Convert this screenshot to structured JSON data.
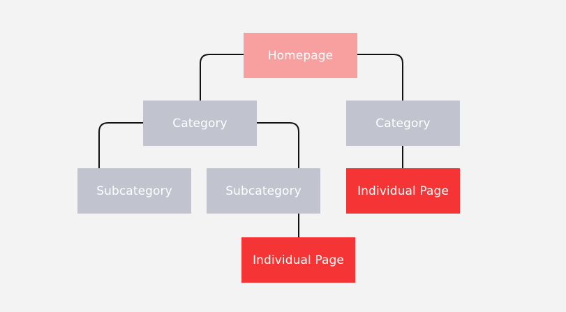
{
  "colors": {
    "background": "#f3f3f3",
    "homepage": "#f7a09f",
    "category": "#c1c3cf",
    "individual_page": "#f53535",
    "connector": "#111111",
    "text": "#ffffff"
  },
  "nodes": {
    "homepage": {
      "label": "Homepage",
      "kind": "homepage"
    },
    "category_left": {
      "label": "Category",
      "kind": "category"
    },
    "category_right": {
      "label": "Category",
      "kind": "category"
    },
    "subcategory_left": {
      "label": "Subcategory",
      "kind": "category"
    },
    "subcategory_right": {
      "label": "Subcategory",
      "kind": "category"
    },
    "page_right": {
      "label": "Individual Page",
      "kind": "individual_page"
    },
    "page_bottom": {
      "label": "Individual Page",
      "kind": "individual_page"
    }
  },
  "edges": [
    {
      "from": "homepage",
      "to": "category_left"
    },
    {
      "from": "homepage",
      "to": "category_right"
    },
    {
      "from": "category_left",
      "to": "subcategory_left"
    },
    {
      "from": "category_left",
      "to": "subcategory_right"
    },
    {
      "from": "subcategory_right",
      "to": "page_bottom"
    },
    {
      "from": "category_right",
      "to": "page_right"
    }
  ]
}
